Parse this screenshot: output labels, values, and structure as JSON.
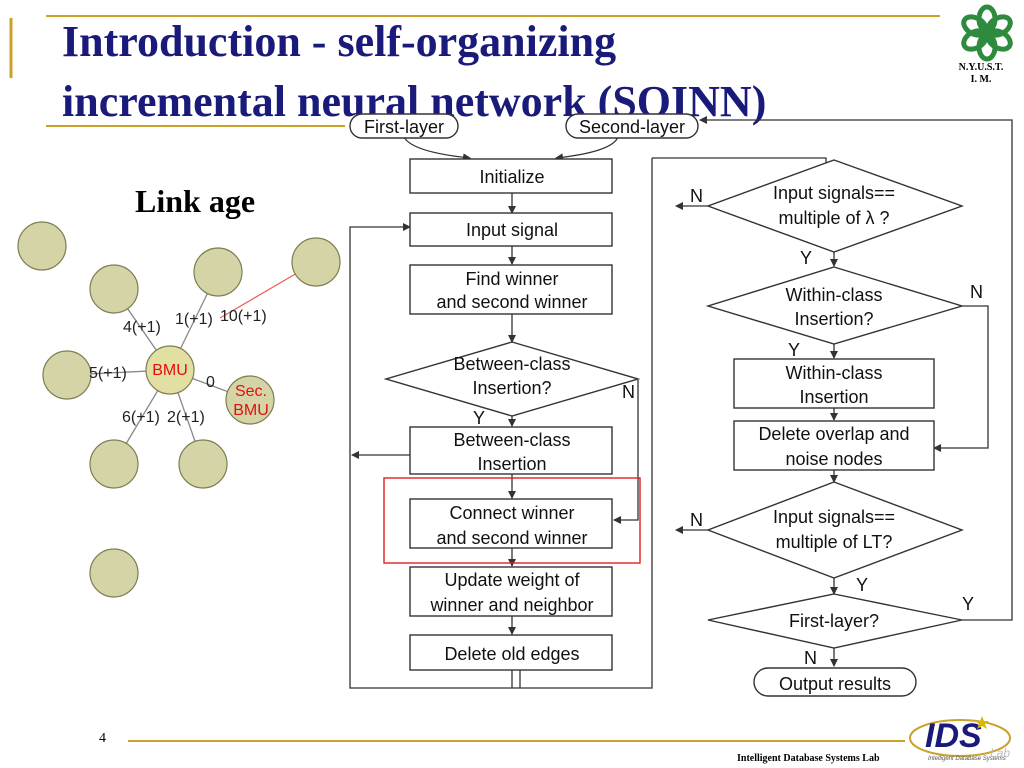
{
  "slide": {
    "title_line1": "Introduction - self-organizing",
    "title_line2": "incremental neural network (SOINN)",
    "page_number": "4",
    "footer": "Intelligent Database Systems Lab",
    "logo_text_line1": "N.Y.U.S.T.",
    "logo_text_line2": "I. M.",
    "ids_logo_text": "IDS",
    "ids_logo_sub": "Intelligent Database Systems",
    "ids_logo_lab": "Lab"
  },
  "link_age": {
    "title": "Link age",
    "bmu_label": "BMU",
    "sec_bmu_line1": "Sec.",
    "sec_bmu_line2": "BMU",
    "edge_labels": {
      "upper_left": "4(+1)",
      "up": "1(+1)",
      "upper_right": "10(+1)",
      "left": "5(+1)",
      "sec": "0",
      "lower_left": "6(+1)",
      "lower_right": "2(+1)"
    },
    "colors": {
      "node_fill": "#d4d4a6",
      "node_stroke": "#7d7d52",
      "bmu_fill": "#e2dfa2",
      "bmu_text": "#e01010",
      "highlight_edge": "#f06060"
    }
  },
  "flowchart": {
    "first_layer": "First-layer",
    "second_layer": "Second-layer",
    "initialize": "Initialize",
    "input_signal": "Input signal",
    "find_winner_line1": "Find winner",
    "find_winner_line2": "and second winner",
    "between_class_q_line1": "Between-class",
    "between_class_q_line2": "Insertion?",
    "between_class_ins_line1": "Between-class",
    "between_class_ins_line2": "Insertion",
    "connect_line1": "Connect winner",
    "connect_line2": "and second winner",
    "update_line1": "Update weight of",
    "update_line2": "winner and neighbor",
    "delete_old": "Delete old edges",
    "input_multiple_lambda_line1": "Input signals==",
    "input_multiple_lambda_line2": "multiple of λ ?",
    "within_class_q_line1": "Within-class",
    "within_class_q_line2": "Insertion?",
    "within_class_ins_line1": "Within-class",
    "within_class_ins_line2": "Insertion",
    "delete_overlap_line1": "Delete overlap and",
    "delete_overlap_line2": "noise nodes",
    "input_multiple_lt_line1": "Input signals==",
    "input_multiple_lt_line2": "multiple of LT?",
    "first_layer_q": "First-layer?",
    "output_results": "Output results",
    "yes": "Y",
    "no": "N",
    "colors": {
      "highlight_box": "#e02020"
    }
  }
}
